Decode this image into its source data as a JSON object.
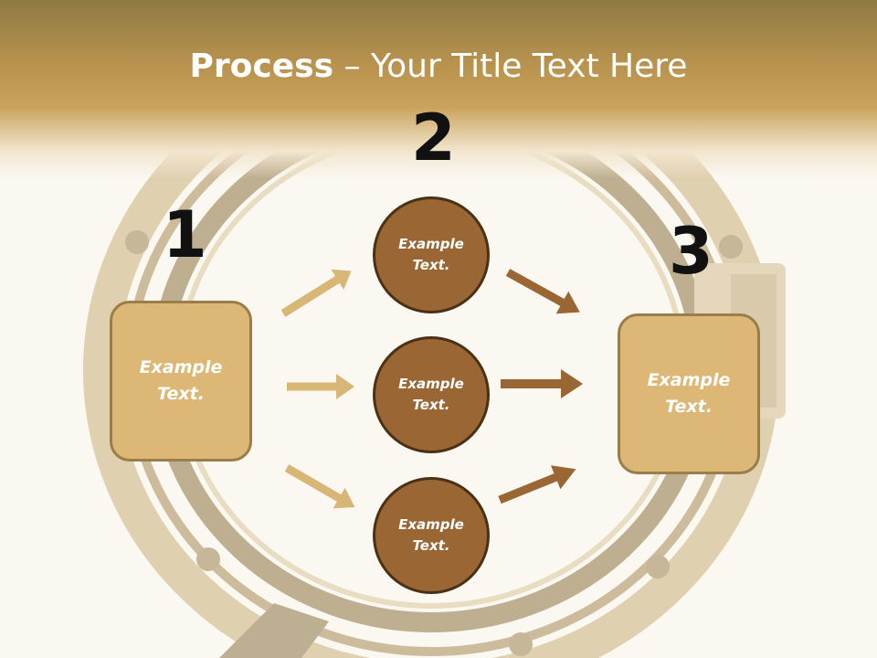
{
  "title": {
    "bold": "Process",
    "rest": " – Your Title Text Here"
  },
  "numbers": [
    "1",
    "2",
    "3"
  ],
  "left_box": "Example Text.",
  "right_box": "Example Text.",
  "circles": [
    "Example Text.",
    "Example Text.",
    "Example Text."
  ],
  "colors": {
    "light_arrow": "#d8b675",
    "dark_arrow": "#9a6634",
    "box_fill": "#dcb775",
    "circle_fill": "#9a6634"
  }
}
